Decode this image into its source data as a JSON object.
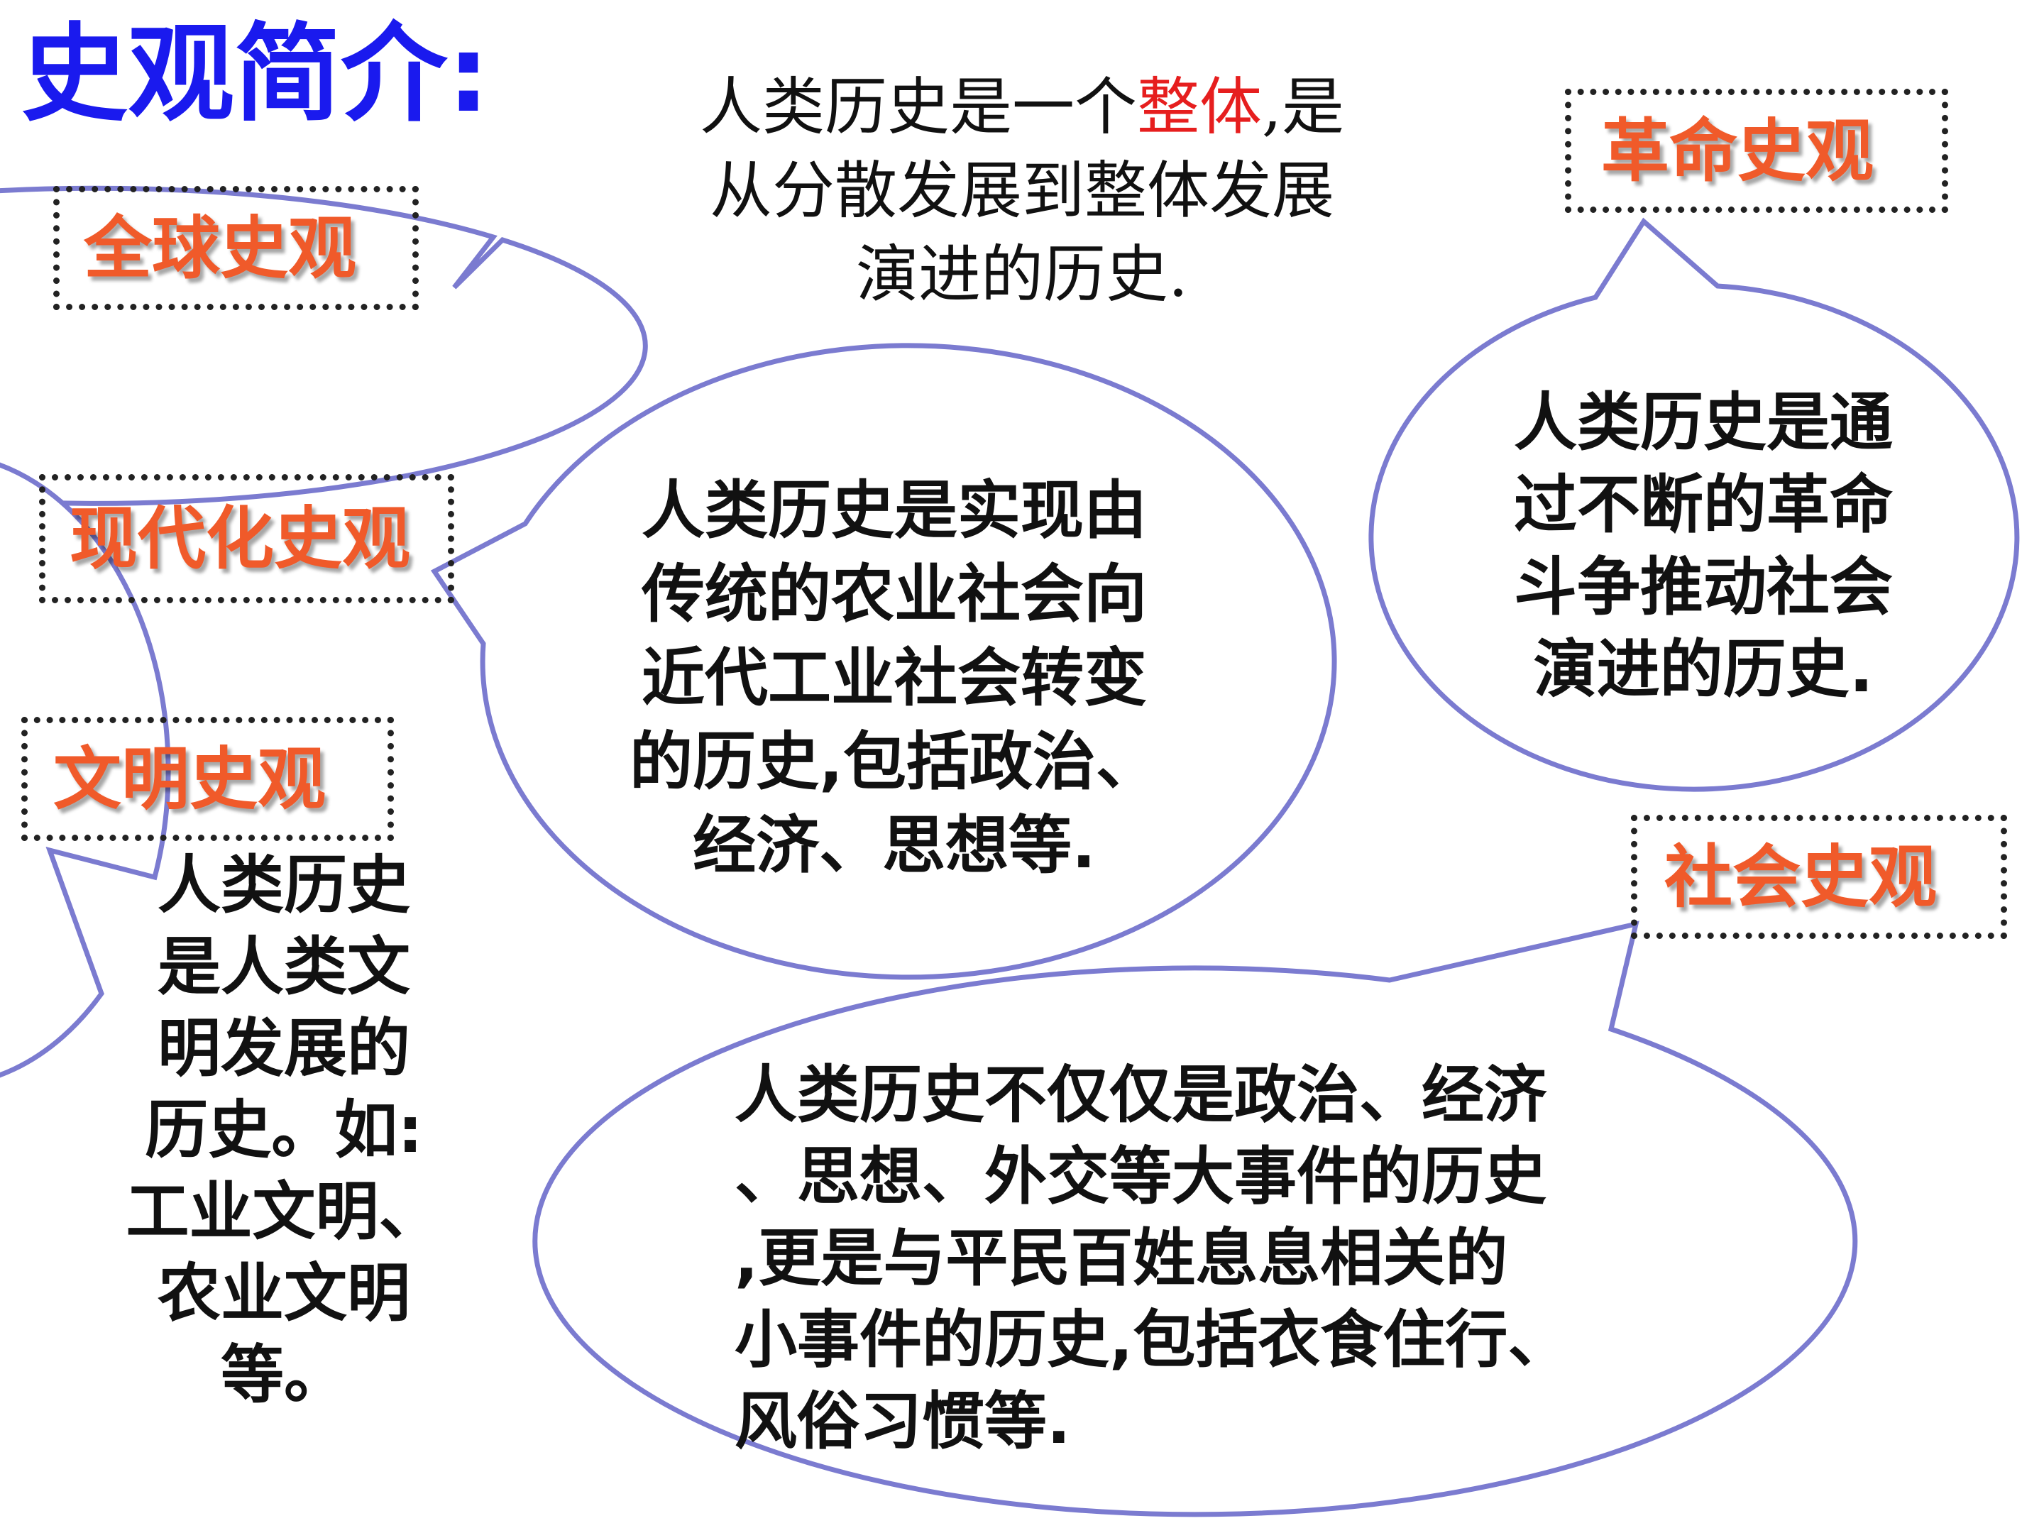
{
  "title": "史观简介:",
  "labels": {
    "global": "全球史观",
    "modernization": "现代化史观",
    "civilization": "文明史观",
    "revolution": "革命史观",
    "social": "社会史观"
  },
  "bubbles": {
    "global": {
      "line1_before": "人类历史是一个",
      "line1_highlight": "整体",
      "line1_after": ",是",
      "line2": "从分散发展到整体发展",
      "line3": "演进的历史."
    },
    "modernization": {
      "lines": [
        "人类历史是实现由",
        "传统的农业社会向",
        "近代工业社会转变",
        "的历史,包括政治、",
        "经济、思想等."
      ]
    },
    "revolution": {
      "lines": [
        "人类历史是通",
        "过不断的革命",
        "斗争推动社会",
        "演进的历史."
      ]
    },
    "civilization": {
      "lines": [
        "人类历史",
        "是人类文",
        "明发展的",
        "历史。如:",
        "工业文明、",
        "农业文明",
        "等。"
      ]
    },
    "social": {
      "lines": [
        "人类历史不仅仅是政治、经济",
        "、思想、外交等大事件的历史",
        ",更是与平民百姓息息相关的",
        "小事件的历史,包括衣食住行、",
        "风俗习惯等."
      ]
    }
  },
  "colors": {
    "title": "#1a1aee",
    "label_text": "#f05a2a",
    "highlight": "#e61e1e",
    "bubble_stroke": "#7b7bd0",
    "text": "#111111"
  }
}
